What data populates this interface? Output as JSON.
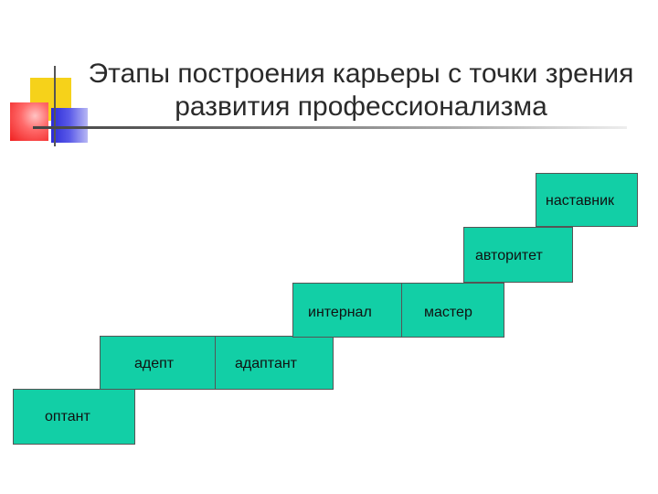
{
  "title": {
    "line1": "Этапы построения карьеры с точки зрения",
    "line2": "развития профессионализма"
  },
  "stages": {
    "optant": "оптант",
    "adept": "адепт",
    "adaptant": "адаптант",
    "internal": "интернал",
    "master": "мастер",
    "authority": "авторитет",
    "mentor": "наставник"
  },
  "colors": {
    "box_fill": "#12cfa6",
    "box_border": "#555555",
    "title_text": "#2a2a2a"
  },
  "logo_icon": "colored-squares-bullet"
}
